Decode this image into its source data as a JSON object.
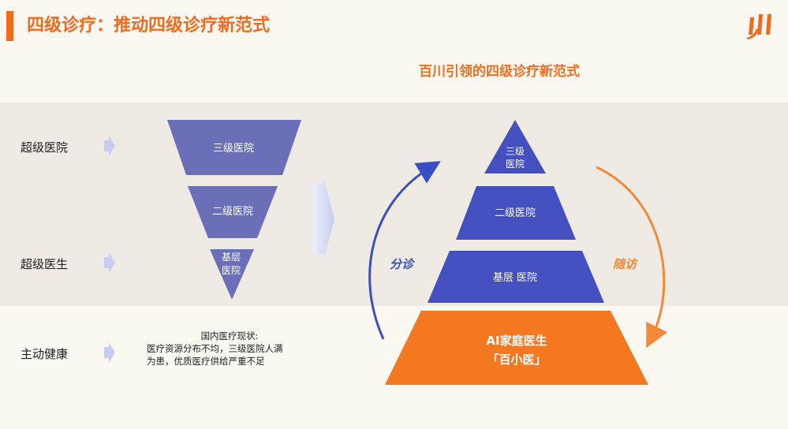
{
  "header": {
    "title": "四级诊疗：推动四级诊疗新范式"
  },
  "subtitle": "百川引领的四级诊疗新范式",
  "left_labels": [
    "超级医院",
    "超级医生",
    "主动健康"
  ],
  "inverted_pyramid": {
    "tier1": "三级医院",
    "tier2": "二级医院",
    "tier3_line1": "基层",
    "tier3_line2": "医院"
  },
  "status": {
    "heading": "国内医疗现状:",
    "line1": "医疗资源分布不均，三级医院人满",
    "line2": "为患，优质医疗供给严重不足"
  },
  "pyramid": {
    "top_line1": "三级",
    "top_line2": "医院",
    "second": "二级医院",
    "third": "基层 医院",
    "base_line1": "AI家庭医生",
    "base_line2": "「百小医」"
  },
  "arrows": {
    "left": "分诊",
    "right": "随访"
  },
  "colors": {
    "accent": "#f26b1d",
    "pyramid_blue": "#4450bf",
    "inverted_blue": "#6a6fb8",
    "base_orange": "#f47820",
    "arc_blue": "#3b4fc4",
    "arc_orange": "#f28a3c"
  }
}
